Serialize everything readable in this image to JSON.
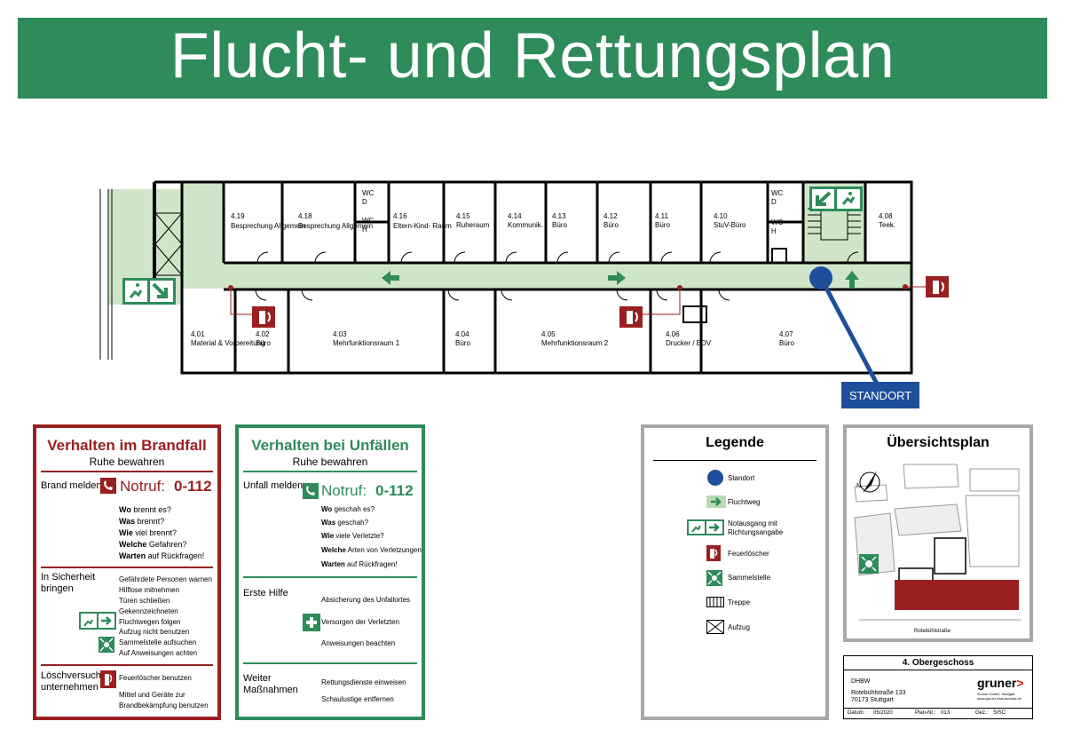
{
  "title": "Flucht- und Rettungsplan",
  "floorplan": {
    "rooms_top": [
      {
        "num": "4.19",
        "name": "Besprechung Allgemein"
      },
      {
        "num": "4.18",
        "name": "Besprechung Allgemein"
      },
      {
        "num": "WC",
        "name": "D"
      },
      {
        "num": "WC",
        "name": "H"
      },
      {
        "num": "4.16",
        "name": "Eltern-Kind- Raum"
      },
      {
        "num": "4.15",
        "name": "Ruheraum"
      },
      {
        "num": "4.14",
        "name": "Kommunik."
      },
      {
        "num": "4.13",
        "name": "Büro"
      },
      {
        "num": "4.12",
        "name": "Büro"
      },
      {
        "num": "4.11",
        "name": "Büro"
      },
      {
        "num": "4.10",
        "name": "StuV-Büro"
      },
      {
        "num": "WC",
        "name": "D"
      },
      {
        "num": "WC",
        "name": "H"
      },
      {
        "num": "4.08",
        "name": "Teek."
      }
    ],
    "rooms_bottom": [
      {
        "num": "4.01",
        "name": "Material & Vorbereitung"
      },
      {
        "num": "4.02",
        "name": "Büro"
      },
      {
        "num": "4.03",
        "name": "Mehrfunktionsraum 1"
      },
      {
        "num": "4.04",
        "name": "Büro"
      },
      {
        "num": "4.05",
        "name": "Mehrfunktionsraum 2"
      },
      {
        "num": "4.06",
        "name": "Drucker / EDV"
      },
      {
        "num": "4.07",
        "name": "Büro"
      }
    ],
    "standort_label": "STANDORT"
  },
  "fire_panel": {
    "title": "Verhalten im Brandfall",
    "subtitle": "Ruhe bewahren",
    "brand_melden": "Brand melden",
    "notruf_label": "Notruf:",
    "notruf_number": "0-112",
    "questions": [
      {
        "b": "Wo",
        "t": " brennt es?"
      },
      {
        "b": "Was",
        "t": " brennt?"
      },
      {
        "b": "Wie",
        "t": " viel brennt?"
      },
      {
        "b": "Welche",
        "t": " Gefahren?"
      },
      {
        "b": "Warten",
        "t": " auf Rückfragen!"
      }
    ],
    "sicherheit_label": "In Sicherheit bringen",
    "sicherheit_items": [
      "Gefährdete Personen warnen",
      "Hilflose mitnehmen",
      "Türen schließen",
      "Gekennzeichneten Fluchtwegen folgen",
      "Aufzug nicht benutzen",
      "Sammelstelle aufsuchen",
      "Auf Anweisungen achten"
    ],
    "loesch_label": "Löschversuch unternehmen",
    "loesch_items": [
      "Feuerlöscher benutzen",
      "Mittel und Geräte zur Brandbekämpfung benutzen"
    ]
  },
  "accident_panel": {
    "title": "Verhalten bei Unfällen",
    "subtitle": "Ruhe bewahren",
    "unfall_melden": "Unfall melden",
    "notruf_label": "Notruf:",
    "notruf_number": "0-112",
    "questions": [
      {
        "b": "Wo",
        "t": " geschah es?"
      },
      {
        "b": "Was",
        "t": " geschah?"
      },
      {
        "b": "Wie",
        "t": " viele Verletzte?"
      },
      {
        "b": "Welche",
        "t": " Arten von Verletzungen"
      },
      {
        "b": "Warten",
        "t": " auf Rückfragen!"
      }
    ],
    "erste_hilfe_label": "Erste Hilfe",
    "erste_hilfe_items": [
      "Absicherung des Unfallortes",
      "Versorgen der Verletzten",
      "Anweisungen beachten"
    ],
    "weiter_label": "Weiter Maßnahmen",
    "weiter_items": [
      "Rettungsdienste einweisen",
      "Schaulustige entfernen"
    ]
  },
  "legend": {
    "title": "Legende",
    "items": [
      {
        "icon": "standort-dot-icon",
        "label": "Standort"
      },
      {
        "icon": "fluchtweg-arrow-icon",
        "label": "Fluchtweg"
      },
      {
        "icon": "emergency-exit-icon",
        "label": "Notausgang mit Richtungsangabe"
      },
      {
        "icon": "fire-extinguisher-icon",
        "label": "Feuerlöscher"
      },
      {
        "icon": "assembly-point-icon",
        "label": "Sammelstelle"
      },
      {
        "icon": "stairs-icon",
        "label": "Treppe"
      },
      {
        "icon": "elevator-icon",
        "label": "Aufzug"
      }
    ]
  },
  "overview": {
    "title": "Übersichtsplan",
    "north": "N",
    "street": "Rotebühlstraße"
  },
  "titleblock": {
    "floor": "4. Obergeschoss",
    "org": "DHBW",
    "address1": "Rotebühlstraße 133",
    "address2": "70173 Stuttgart",
    "company": "gruner",
    "company_sub1": "Gruner GmbH, Stuttgart",
    "company_sub2": "www.gruner-brandschutz.de",
    "datum_label": "Datum:",
    "datum": "05/2020",
    "plan_label": "Plan-Nr.:",
    "plan": "013",
    "gez_label": "Gez.:",
    "gez": "SISC"
  },
  "colors": {
    "green": "#2e8b5a",
    "red": "#9a2020",
    "corridor": "#cfe5c8",
    "standort": "#1f4e9c"
  }
}
